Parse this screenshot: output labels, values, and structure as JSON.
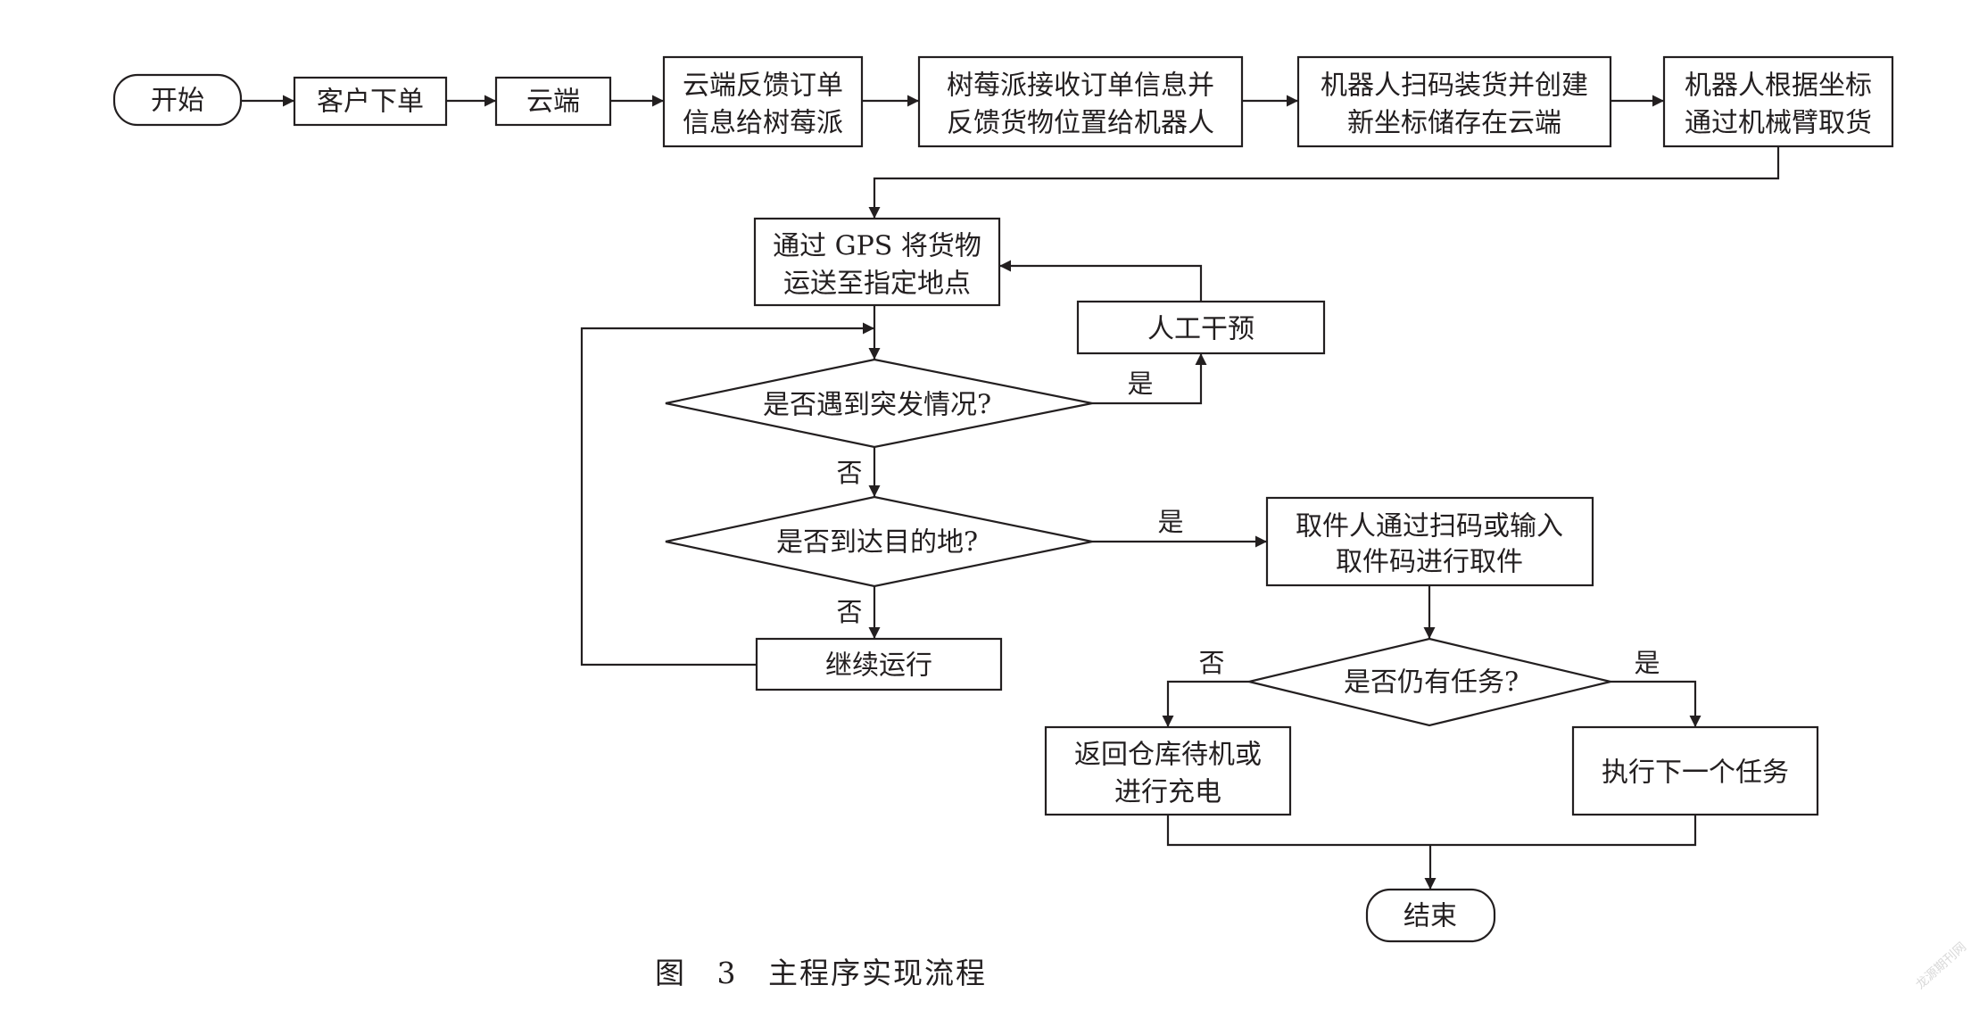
{
  "nodes": {
    "start": "开始",
    "order": "客户下单",
    "cloud": "云端",
    "feedback": [
      "云端反馈订单",
      "信息给树莓派"
    ],
    "raspberry": [
      "树莓派接收订单信息并",
      "反馈货物位置给机器人"
    ],
    "scan_load": [
      "机器人扫码装货并创建",
      "新坐标储存在云端"
    ],
    "pick": [
      "机器人根据坐标",
      "通过机械臂取货"
    ],
    "gps": [
      "通过 GPS 将货物",
      "运送至指定地点"
    ],
    "manual": "人工干预",
    "emergency": "是否遇到突发情况?",
    "arrived": "是否到达目的地?",
    "continue_run": "继续运行",
    "pickup": [
      "取件人通过扫码或输入",
      "取件码进行取件"
    ],
    "more_tasks": "是否仍有任务?",
    "return": [
      "返回仓库待机或",
      "进行充电"
    ],
    "next_task": "执行下一个任务",
    "end": "结束"
  },
  "edge_labels": {
    "emergency_yes": "是",
    "emergency_no": "否",
    "arrived_yes": "是",
    "arrived_no": "否",
    "tasks_no": "否",
    "tasks_yes": "是"
  },
  "caption": "图 3 主程序实现流程",
  "watermark": "龙源期刊网"
}
